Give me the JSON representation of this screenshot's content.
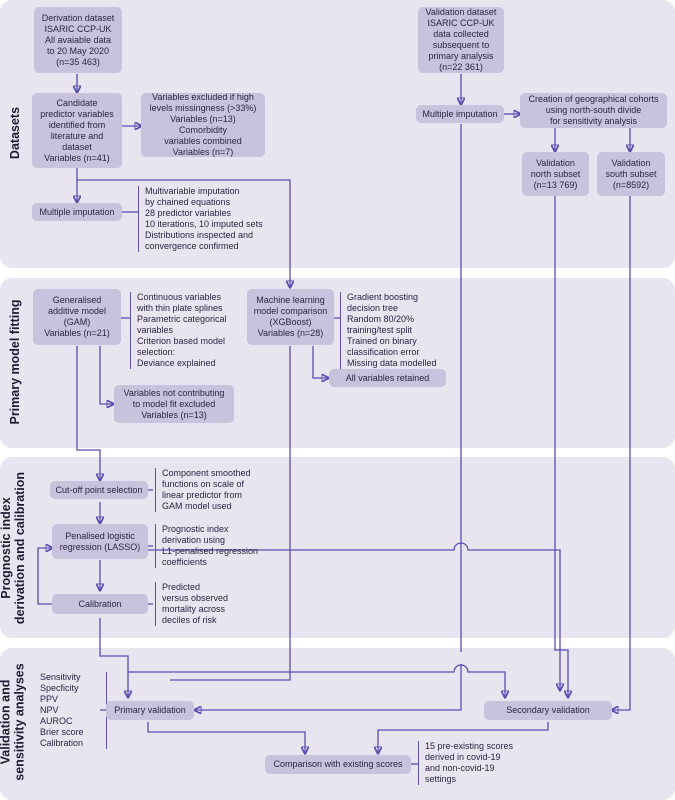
{
  "sections": {
    "datasets": "Datasets",
    "fitting": "Primary model fitting",
    "prognostic": "Prognostic index\nderivation and calibration",
    "validation": "Validation and\nsensitivity analyses"
  },
  "boxes": {
    "derivation": "Derivation dataset\nISARIC CCP-UK\nAll avaiable data\nto 20 May 2020\n(n=35 463)",
    "candidate": "Candidate\npredictor variables\nidentified from\nliterature and\ndataset\nVariables (n=41)",
    "excluded": "Variables excluded if high\nlevels missingness (>33%)\nVariables (n=13)\nComorbidity\nvariables combined\nVariables (n=7)",
    "mi_left": "Multiple imputation",
    "validation_ds": "Validation dataset\nISARIC CCP-UK\ndata collected\nsubsequent to\nprimary analysis\n(n=22 361)",
    "mi_right": "Multiple imputation",
    "geo": "Creation of geographical cohorts\nusing north-south divide\nfor sensitivity analysis",
    "north": "Validation\nnorth subset\n(n=13 769)",
    "south": "Validation\nsouth subset\n(n=8592)",
    "gam": "Generalised\nadditive model\n(GAM)\nVariables (n=21)",
    "xgb": "Machine learning\nmodel comparison\n(XGBoost)\nVariables (n=28)",
    "not_contrib": "Variables not contributing\nto model fit excluded\nVariables (n=13)",
    "all_retained": "All variables retained",
    "cutoff": "Cut-off point selection",
    "lasso": "Penalised logistic\nregression (LASSO)",
    "calibration": "Calibration",
    "primary_val": "Primary validation",
    "secondary_val": "Secondary validation",
    "comparison": "Comparison with existing scores"
  },
  "notes": {
    "mi_note": "Multivariable imputation\n  by chained equations\n28 predictor variables\n10 iterations, 10 imputed sets\nDistributions inspected and\n  convergence confirmed",
    "gam_note": "Continuous variables\n  with thin plate splines\nParametric categorical\n  variables\nCriterion based model\n  selection:\n    Deviance explained",
    "xgb_note": "Gradient boosting\n  decision tree\nRandom 80/20%\n  training/test split\nTrained on binary\n  classification error\nMissing data modelled",
    "cutoff_note": "Component smoothed\nfunctions on scale of\nlinear predictor from\nGAM model used",
    "lasso_note": "Prognostic index\nderivation using\nL1-penalised regression\ncoefficients",
    "calib_note": "Predicted\nversus observed\nmortality across\ndeciles of risk",
    "metrics": "Sensitivity\nSpecficity\nPPV\nNPV\nAUROC\nBrier score\nCalibration",
    "scores_note": "15 pre-existing scores\nderived in covid-19\nand non-covid-19\nsettings"
  },
  "colors": {
    "band": "#e8e4f0",
    "box": "#c9c2dc",
    "line": "#5a4fb0"
  }
}
